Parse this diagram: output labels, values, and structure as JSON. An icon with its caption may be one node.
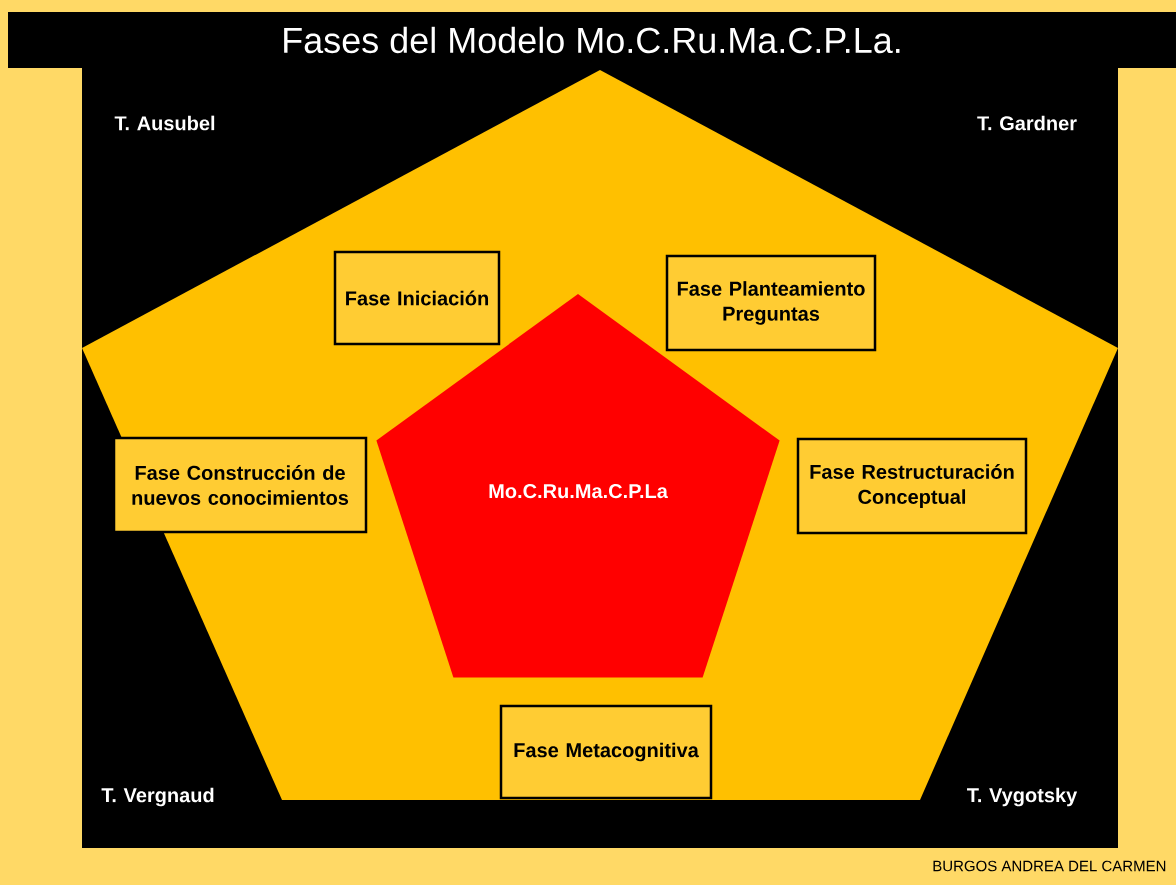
{
  "diagram": {
    "title": "Fases del Modelo Mo.C.Ru.Ma.C.P.La.",
    "nodes": [
      {
        "text": [
          "Fase Iniciación"
        ]
      },
      {
        "text": [
          "Fase Planteamiento Preguntas"
        ]
      },
      {
        "text": [
          "Fase Construcción de nuevos conocimientos"
        ]
      },
      {
        "text": [
          "Mo.C.Ru.Ma.C.P.La"
        ]
      },
      {
        "text": [
          "Fase Restructuración Conceptual"
        ]
      },
      {
        "text": [
          "Fase Metacognitiva"
        ]
      }
    ],
    "labels": [
      "T. Ausubel",
      "T. Gardner",
      "T. Vergnaud",
      "T. Vygotsky",
      "BURGOS ANDREA DEL CARMEN"
    ]
  }
}
